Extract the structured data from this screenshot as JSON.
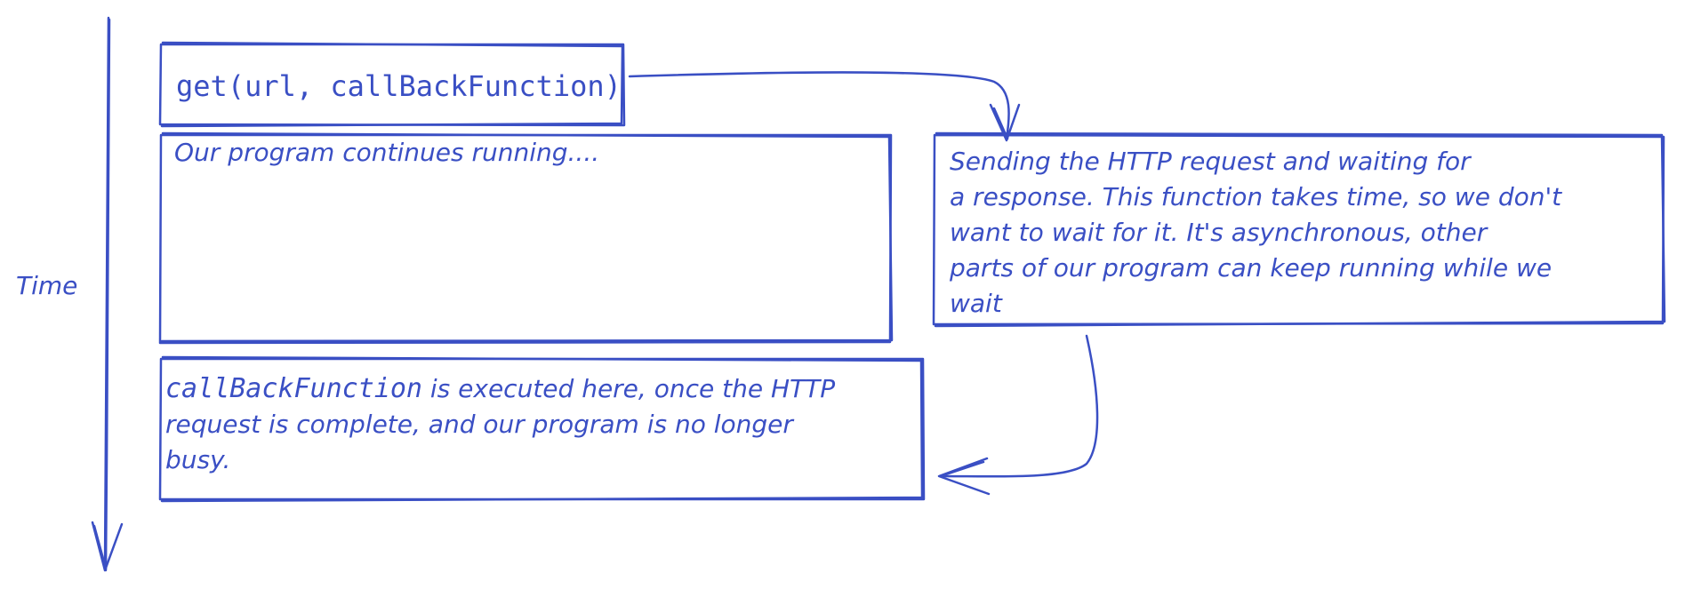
{
  "axis": {
    "label": "Time"
  },
  "boxes": {
    "call": {
      "text": "get(url, callBackFunction)"
    },
    "continues": {
      "text": "Our program continues running...."
    },
    "http": {
      "lines": [
        "Sending the HTTP request and waiting for",
        "a response. This function takes time, so we don't",
        "want to wait for it. It's asynchronous, other",
        "parts of our program can keep running while we",
        "wait"
      ]
    },
    "callback": {
      "code": "callBackFunction",
      "line1_rest": " is executed here, once the HTTP",
      "line2": "request is complete, and our program is no longer",
      "line3": "busy."
    }
  },
  "colors": {
    "stroke": "#3a4fc4"
  }
}
